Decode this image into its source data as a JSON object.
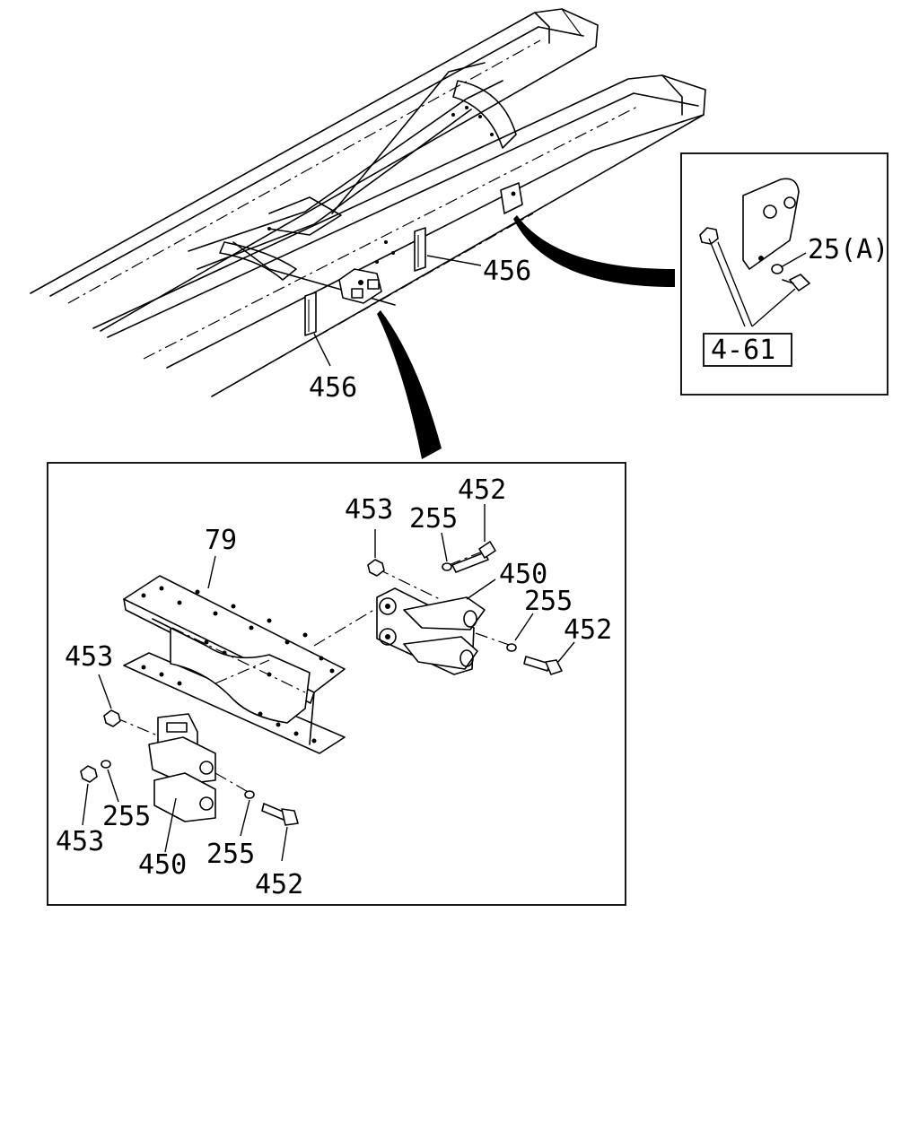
{
  "callouts": {
    "frame_456_right": "456",
    "frame_456_left": "456",
    "bracket_25A": "25(A)",
    "ref_4_61": "4-61",
    "crossmember_79": "79",
    "upper_453": "453",
    "upper_255_a": "255",
    "upper_452_a": "452",
    "upper_450": "450",
    "upper_255_b": "255",
    "upper_452_b": "452",
    "lower_453_a": "453",
    "lower_255_a": "255",
    "lower_453_b": "453",
    "lower_450": "450",
    "lower_255_b": "255",
    "lower_452": "452"
  }
}
